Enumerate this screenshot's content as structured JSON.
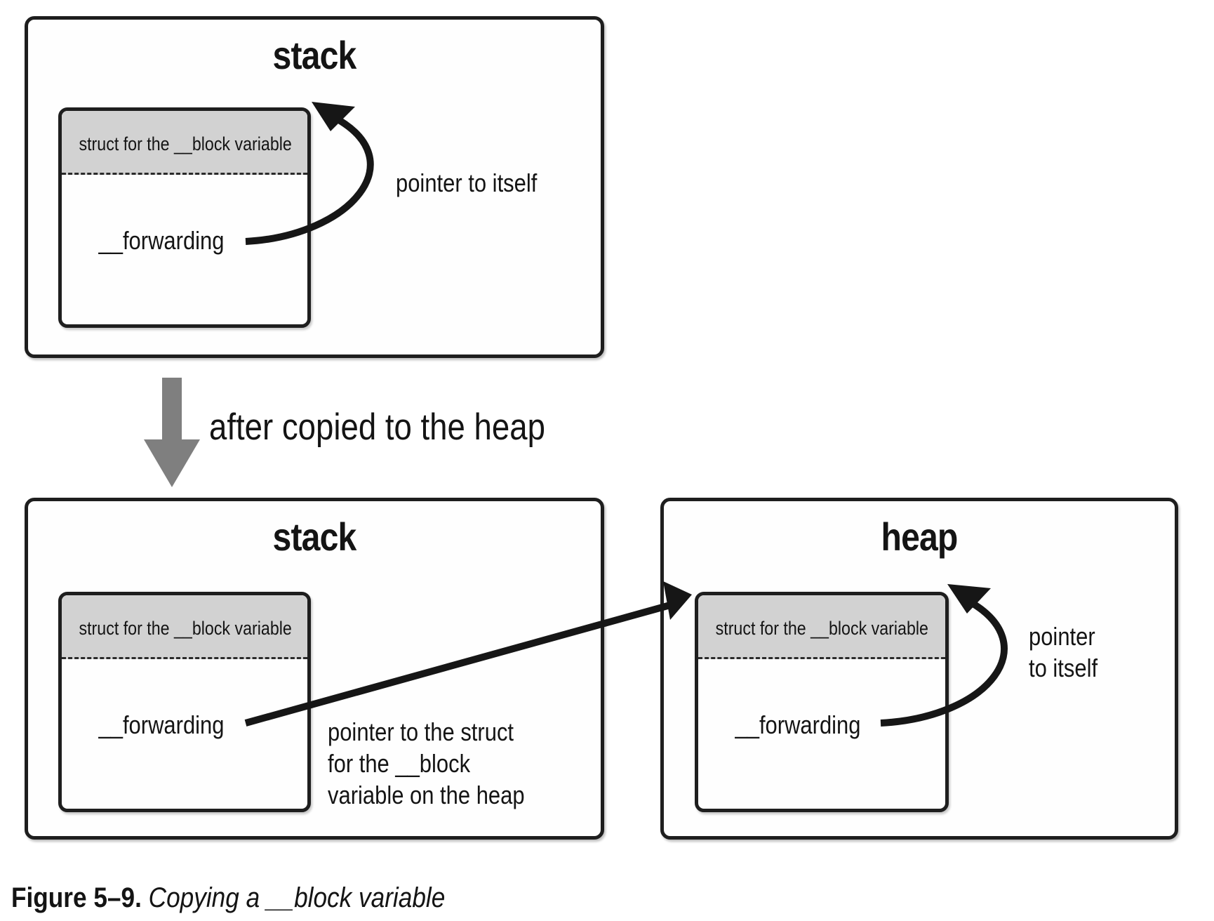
{
  "panels": {
    "top_stack": {
      "title": "stack",
      "struct_header": "struct for the __block variable",
      "field": "__forwarding",
      "pointer_label": "pointer to itself"
    },
    "bottom_stack": {
      "title": "stack",
      "struct_header": "struct for the __block variable",
      "field": "__forwarding",
      "pointer_label_lines": [
        "pointer to the struct",
        "for the __block",
        "variable on the heap"
      ]
    },
    "heap": {
      "title": "heap",
      "struct_header": "struct for the __block variable",
      "field": "__forwarding",
      "pointer_label_lines": [
        "pointer",
        "to itself"
      ]
    }
  },
  "transition": {
    "label": "after copied to the heap"
  },
  "caption": {
    "number": "Figure 5–9.",
    "title": "Copying a __block variable"
  },
  "colors": {
    "struct_header_fill": "#d2d2d2",
    "down_arrow": "#7f7f7f",
    "stroke": "#1e1e1e"
  }
}
